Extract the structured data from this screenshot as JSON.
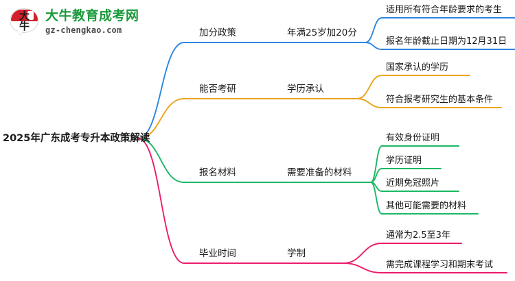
{
  "logo": {
    "mark_line1": "大",
    "mark_line2": "牛",
    "title": "大牛教育成考网",
    "subtitle": "gz-chengkao.com",
    "brand_green": "#1a9a3c",
    "brand_red": "#d4202a"
  },
  "mindmap": {
    "root": "2025年广东成考专升本政策解读",
    "branches": [
      {
        "color": "#2b86e0",
        "topic": "加分政策",
        "subtopic": "年满25岁加20分",
        "leaves": [
          "适用所有符合年龄要求的考生",
          "报名年龄截止日期为12月31日"
        ]
      },
      {
        "color": "#eda31c",
        "topic": "能否考研",
        "subtopic": "学历承认",
        "leaves": [
          "国家承认的学历",
          "符合报考研究生的基本条件"
        ]
      },
      {
        "color": "#1bb864",
        "topic": "报名材料",
        "subtopic": "需要准备的材料",
        "leaves": [
          "有效身份证明",
          "学历证明",
          "近期免冠照片",
          "其他可能需要的材料"
        ]
      },
      {
        "color": "#ee1b6b",
        "topic": "毕业时间",
        "subtopic": "学制",
        "leaves": [
          "通常为2.5至3年",
          "需完成课程学习和期末考试"
        ]
      }
    ]
  }
}
